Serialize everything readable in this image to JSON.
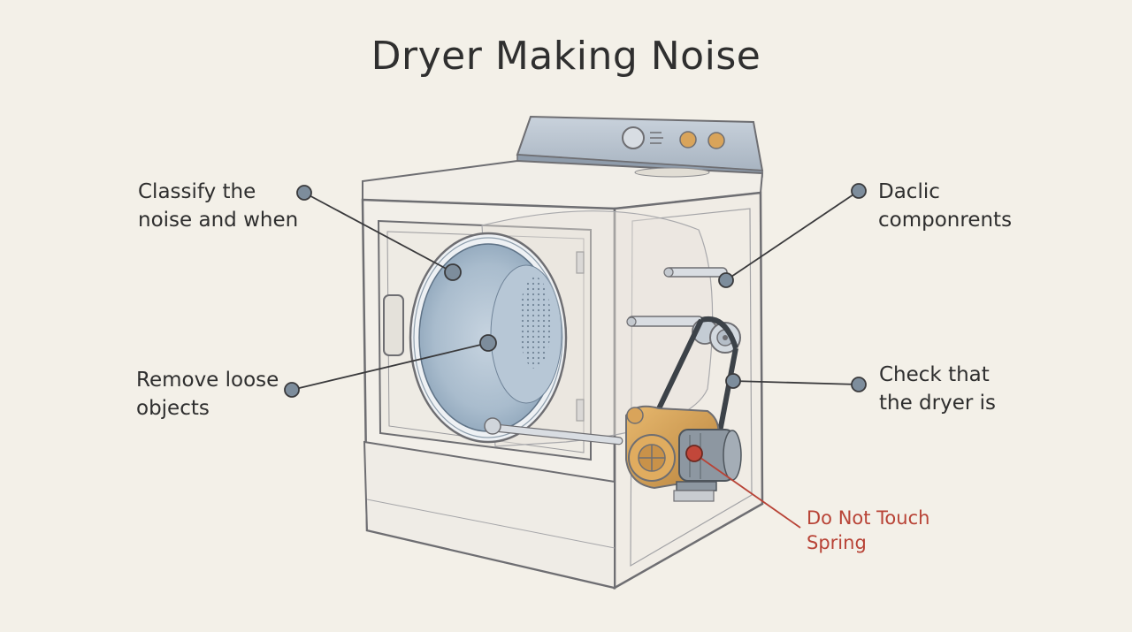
{
  "title": "Dryer Making Noise",
  "labels": {
    "classify": [
      "Classify the",
      "noise and when"
    ],
    "remove": [
      "Remove loose",
      "objects"
    ],
    "components": [
      "Daclic",
      "componrents"
    ],
    "check": [
      "Check that",
      "the dryer is"
    ],
    "warning": [
      "Do Not Touch",
      "Spring"
    ]
  },
  "colors": {
    "background": "#f3f0e8",
    "outline": "#6e6e72",
    "drum_blue": "#9eb3c6",
    "motor_gold": "#d9a45a",
    "callout_dot": "#7d8d9c",
    "warning_red": "#b84336"
  }
}
